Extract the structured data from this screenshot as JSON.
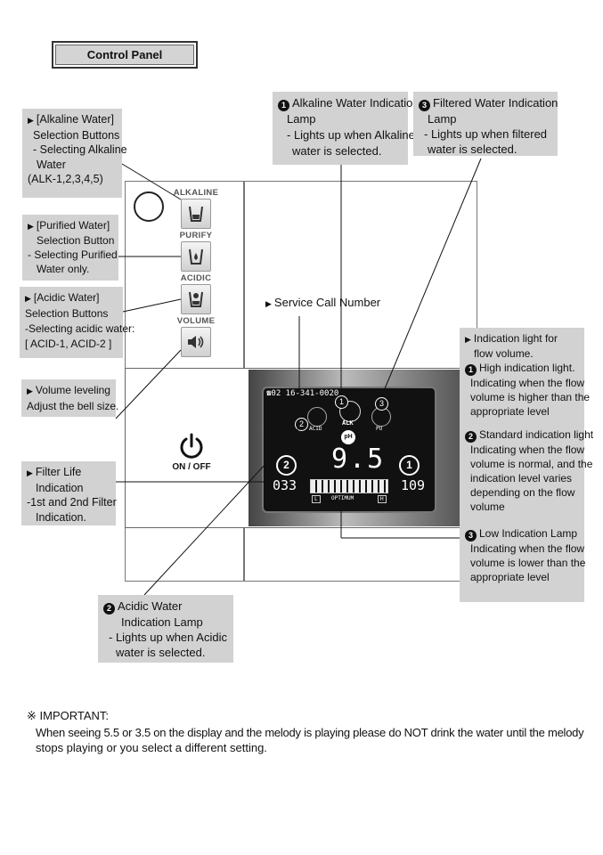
{
  "title": "Control Panel",
  "callouts": {
    "alk_buttons": [
      "[Alkaline Water]",
      "Selection Buttons",
      "- Selecting Alkaline",
      "Water",
      "(ALK-1,2,3,4,5)"
    ],
    "purified_button": [
      "[Purified Water]",
      "Selection Button",
      "- Selecting Purified",
      "Water only."
    ],
    "acidic_buttons": [
      "[Acidic Water]",
      "Selection Buttons",
      "-Selecting acidic water:",
      "[ ACID-1, ACID-2 ]"
    ],
    "volume": [
      "Volume leveling",
      "Adjust the bell size."
    ],
    "filter_life": [
      "Filter Life",
      "Indication",
      "-1st and 2nd Filter",
      "Indication."
    ],
    "alk_lamp": [
      "Alkaline Water Indication",
      "Lamp",
      "- Lights up when Alkaline",
      "water is selected."
    ],
    "filtered_lamp": [
      "Filtered Water Indication",
      "Lamp",
      "- Lights up when filtered",
      "water is selected."
    ],
    "service_call": "Service Call Number",
    "acidic_lamp": [
      "Acidic Water",
      "Indication Lamp",
      "- Lights up when Acidic",
      "water is selected."
    ],
    "flow": {
      "head": [
        "Indication light for",
        "flow volume."
      ],
      "high": [
        "High indication light.",
        "Indicating when the flow",
        "volume is higher than the",
        "appropriate level"
      ],
      "standard": [
        "Standard indication light",
        "Indicating when the flow",
        "volume is normal, and the",
        "indication level varies",
        "depending on the flow",
        "volume"
      ],
      "low": [
        "Low Indication Lamp",
        "Indicating when the flow",
        "volume is lower than the",
        "appropriate level"
      ]
    }
  },
  "numbers": {
    "one": "1",
    "two": "2",
    "three": "3"
  },
  "device": {
    "alkaline_label": "ALKALINE",
    "purify_label": "PURIFY",
    "acidic_label": "ACIDIC",
    "volume_label": "VOLUME",
    "onoff_label": "ON / OFF",
    "lcd": {
      "phone": "☎02 16-341-0020",
      "acid": "ACID",
      "alk": "ALK",
      "pu": "PU",
      "ph": "pH",
      "value": "9.5",
      "left_num": "033",
      "right_num": "109",
      "bar_l": "L",
      "bar_optimum": "OPTIMUM",
      "bar_h": "H",
      "marker_left": "2",
      "marker_right": "1"
    }
  },
  "important": {
    "head": "※ IMPORTANT:",
    "line1": "When seeing 5.5 or 3.5 on the display and the melody is playing please do NOT drink the water until the melody",
    "line2": "stops playing or you select a different setting."
  }
}
